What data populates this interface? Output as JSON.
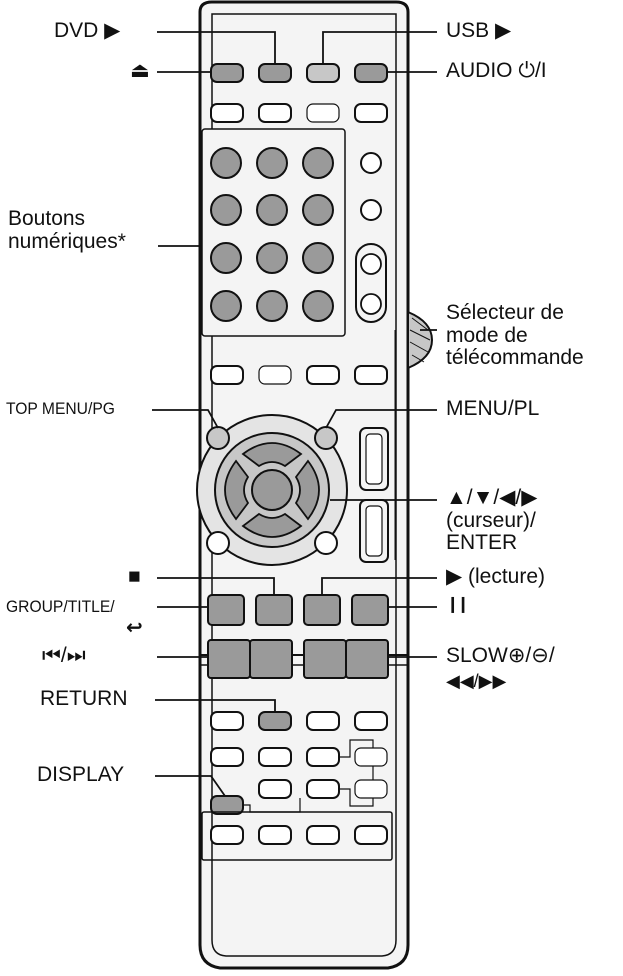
{
  "labels": {
    "dvd_play": "DVD ▶",
    "eject": "⏏",
    "usb_play": "USB ▶",
    "audio_power": "AUDIO ⏻/I",
    "numeric_buttons": "Boutons\nnumériques*",
    "mode_selector": "Sélecteur de\nmode de\ntélécommande",
    "top_menu": "TOP MENU/PG",
    "menu_pl": "MENU/PL",
    "cursor_enter": "▲/▼/◀/▶\n(curseur)/\nENTER",
    "stop": "■",
    "play": "▶ (lecture)",
    "group_title": "GROUP/TITLE/",
    "group_title_icon": "↩",
    "pause": "❙❙",
    "skip": "⏮/⏭",
    "slow": "SLOW⊕/⊖/",
    "slow_second": "◀◀/▶▶",
    "return": "RETURN",
    "display": "DISPLAY"
  },
  "colors": {
    "ink": "#111111",
    "body": "#f4f4f4",
    "highlight_button": "#9a9a9a",
    "light_button": "#c7c7c7",
    "plain_button": "#ffffff"
  }
}
